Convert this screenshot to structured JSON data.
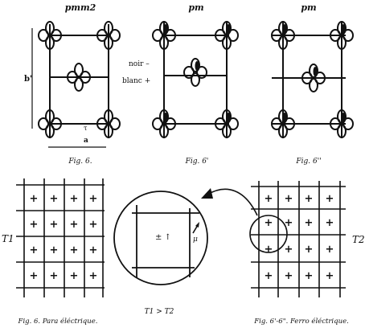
{
  "top_panels": [
    {
      "group": "pmm2",
      "caption": "Fig. 6."
    },
    {
      "group": "pm",
      "caption": "Fig. 6'"
    },
    {
      "group": "pm",
      "caption": "Fig. 6''"
    }
  ],
  "axis_labels": {
    "b": "b'",
    "a": "a",
    "t": "τ"
  },
  "legend": {
    "black": "noir –",
    "white": "blanc +"
  },
  "bottom": {
    "t1": "T1",
    "t2": "T2",
    "para_caption": "Fig. 6. Para éléctrique.",
    "ferro_caption": "Fig. 6'-6\". Ferro éléctrique.",
    "relation": "T1 > T2",
    "circle_label": "± ↑",
    "mu": "μ",
    "cell_sign": "+"
  }
}
